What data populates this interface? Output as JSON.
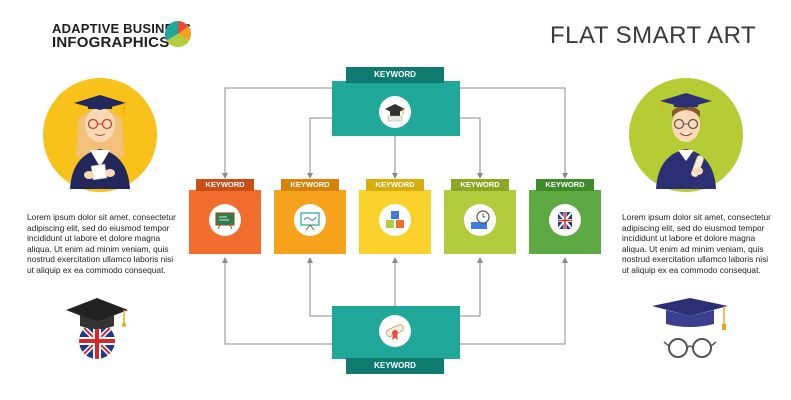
{
  "brand": {
    "line1": "ADAPTIVE BUSINESS",
    "line2": "INFOGRAPHICS"
  },
  "title": "FLAT SMART ART",
  "left_text": "Lorem ipsum dolor sit amet, consectetur adipiscing elit, sed do eiusmod tempor incididunt ut labore et dolore magna aliqua. Ut enim ad minim veniam, quis nostrud exercitation ullamco laboris nisi ut aliquip ex ea commodo consequat.",
  "right_text": "Lorem ipsum dolor sit amet, consectetur adipiscing elit, sed do eiusmod tempor incididunt ut labore et dolore magna aliqua. Ut enim ad minim veniam, quis nostrud exercitation ullamco laboris nisi ut aliquip ex ea commodo consequat.",
  "top_node": {
    "label": "KEYWORD",
    "icon": "graduation-cap-icon"
  },
  "bottom_node": {
    "label": "KEYWORD",
    "icon": "diploma-icon"
  },
  "middle_nodes": [
    {
      "label": "KEYWORD",
      "color": "#f26c2d",
      "icon": "blackboard-icon"
    },
    {
      "label": "KEYWORD",
      "color": "#f7a21b",
      "icon": "easel-icon"
    },
    {
      "label": "KEYWORD",
      "color": "#fbd12c",
      "icon": "abc-blocks-icon"
    },
    {
      "label": "KEYWORD",
      "color": "#b2cc3e",
      "icon": "clock-icon"
    },
    {
      "label": "KEYWORD",
      "color": "#5daa43",
      "icon": "english-book-icon"
    }
  ],
  "colors": {
    "teal": "#1fa89a",
    "teal_dark": "#0f7a6f",
    "connector": "#8a8a8a",
    "left_circle": "#f9c21a",
    "right_circle": "#b6cc34"
  }
}
